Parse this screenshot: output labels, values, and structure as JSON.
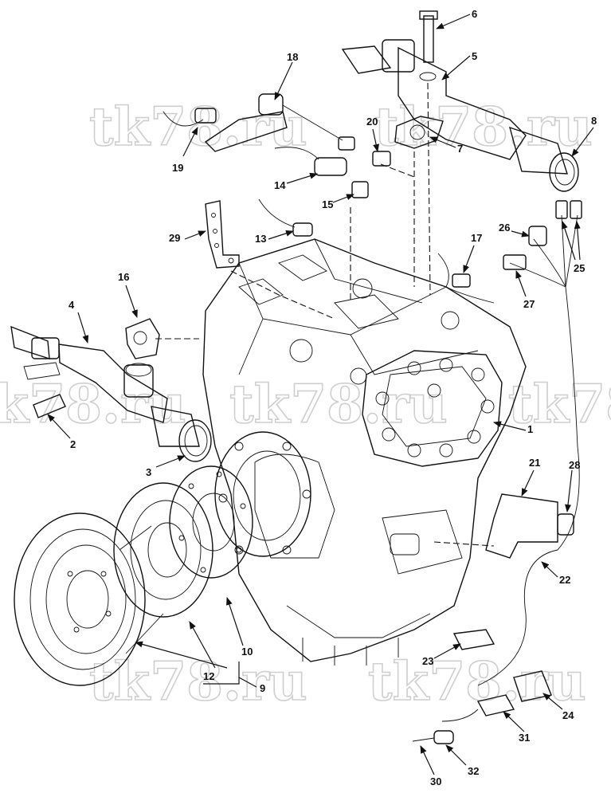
{
  "watermark": "tk78.ru",
  "callouts": {
    "c1": "1",
    "c2": "2",
    "c3": "3",
    "c4": "4",
    "c5": "5",
    "c6": "6",
    "c7": "7",
    "c8": "8",
    "c9": "9",
    "c10": "10",
    "c12": "12",
    "c13": "13",
    "c14": "14",
    "c15": "15",
    "c16": "16",
    "c17": "17",
    "c18": "18",
    "c19": "19",
    "c20": "20",
    "c21": "21",
    "c22": "22",
    "c23": "23",
    "c24": "24",
    "c25": "25",
    "c26": "26",
    "c27": "27",
    "c28": "28",
    "c29": "29",
    "c30": "30",
    "c31": "31",
    "c32": "32"
  }
}
